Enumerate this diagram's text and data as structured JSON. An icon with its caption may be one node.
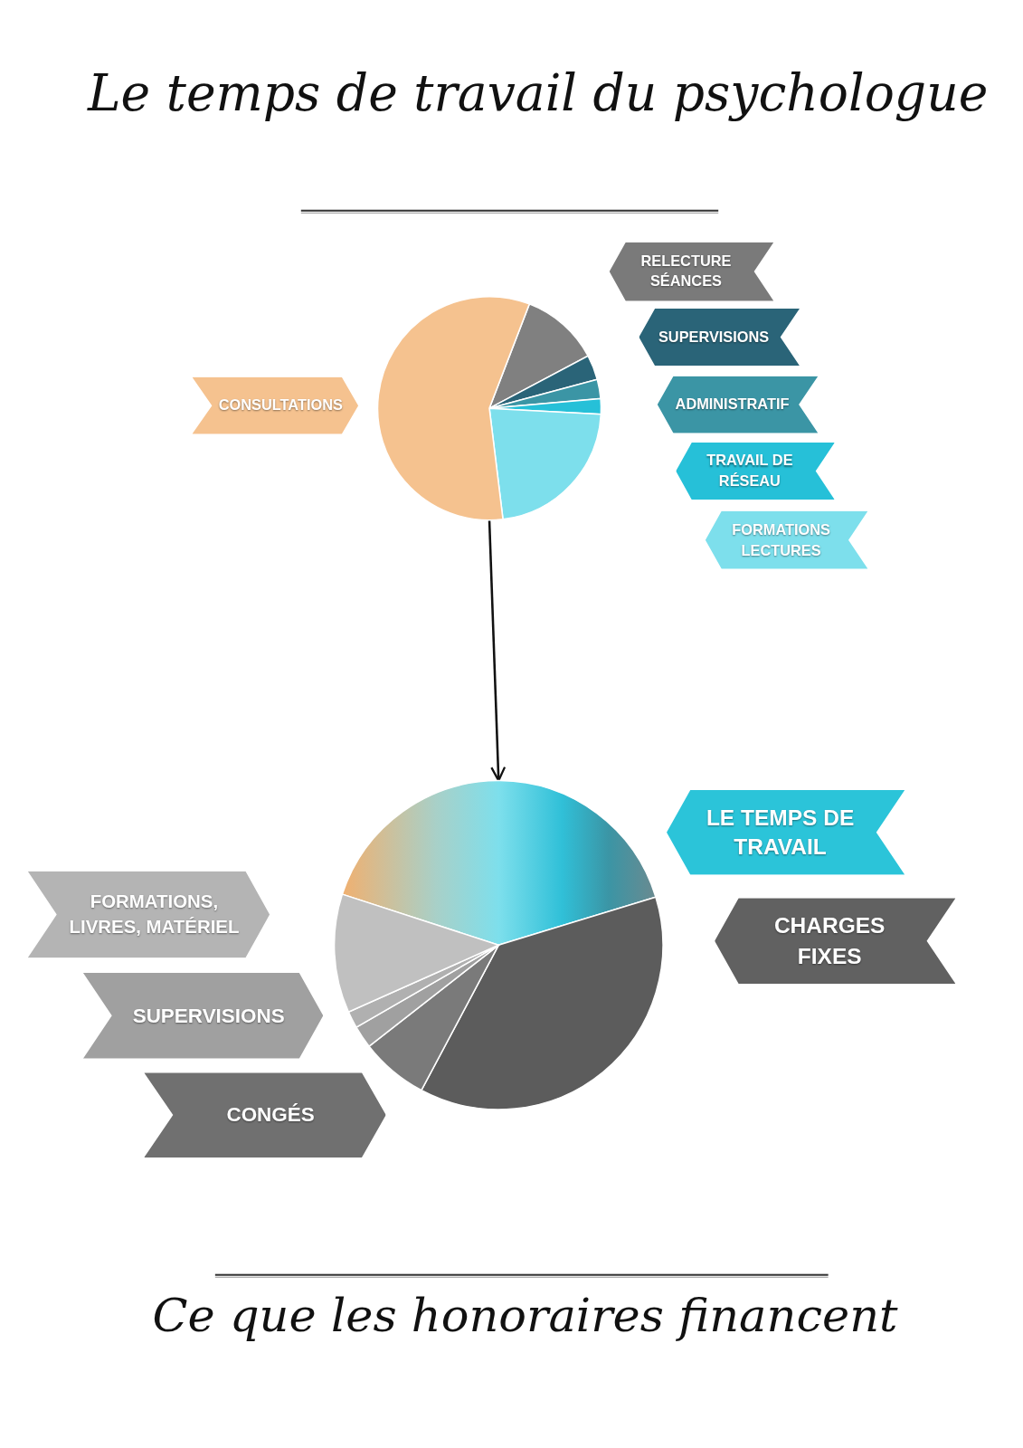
{
  "diagram": {
    "title": "Le temps de travail du psychologue",
    "caption": "Ce que les honoraires financent",
    "nodes": [
      {
        "text": [
          "CONSULTATIONS"
        ]
      },
      {
        "text": [
          "RELECTURE SÉANCES"
        ]
      },
      {
        "text": [
          "SUPERVISIONS"
        ]
      },
      {
        "text": [
          "ADMINISTRATIF"
        ]
      },
      {
        "text": [
          "TRAVAIL DE RÉSEAU"
        ]
      },
      {
        "text": [
          "FORMATIONS LECTURES"
        ]
      },
      {
        "text": [],
        "shape": "picture"
      },
      {
        "text": [],
        "shape": "picture"
      },
      {
        "text": [
          "LE TEMPS DE TRAVAIL"
        ]
      },
      {
        "text": [
          "CHARGES FIXES"
        ]
      },
      {
        "text": [
          "FORMATIONS, LIVRES, MATÉRIEL"
        ]
      },
      {
        "text": [
          "SUPERVISIONS"
        ]
      },
      {
        "text": [
          "CONGÉS"
        ]
      }
    ],
    "edges": [
      {
        "from": 6,
        "to": 7,
        "arrow": "to"
      }
    ]
  }
}
